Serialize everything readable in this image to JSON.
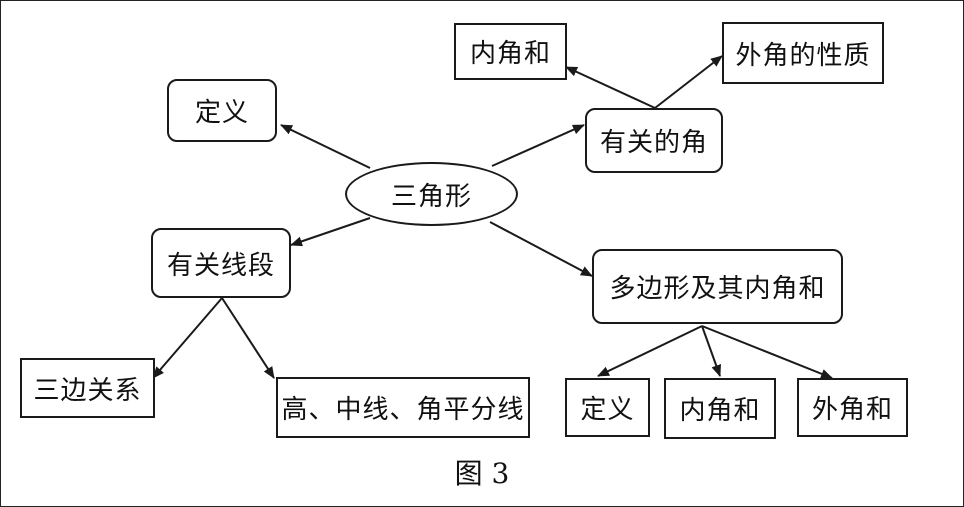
{
  "diagram": {
    "caption": "图 3",
    "nodes": {
      "center": "三角形",
      "definition": "定义",
      "related_angles": "有关的角",
      "interior_angle_sum": "内角和",
      "exterior_angle_property": "外角的性质",
      "related_segments": "有关线段",
      "three_side_relation": "三边关系",
      "altitude_median_bisector": "高、中线、角平分线",
      "polygon_angles": "多边形及其内角和",
      "polygon_definition": "定义",
      "polygon_interior_sum": "内角和",
      "polygon_exterior_sum": "外角和"
    }
  }
}
